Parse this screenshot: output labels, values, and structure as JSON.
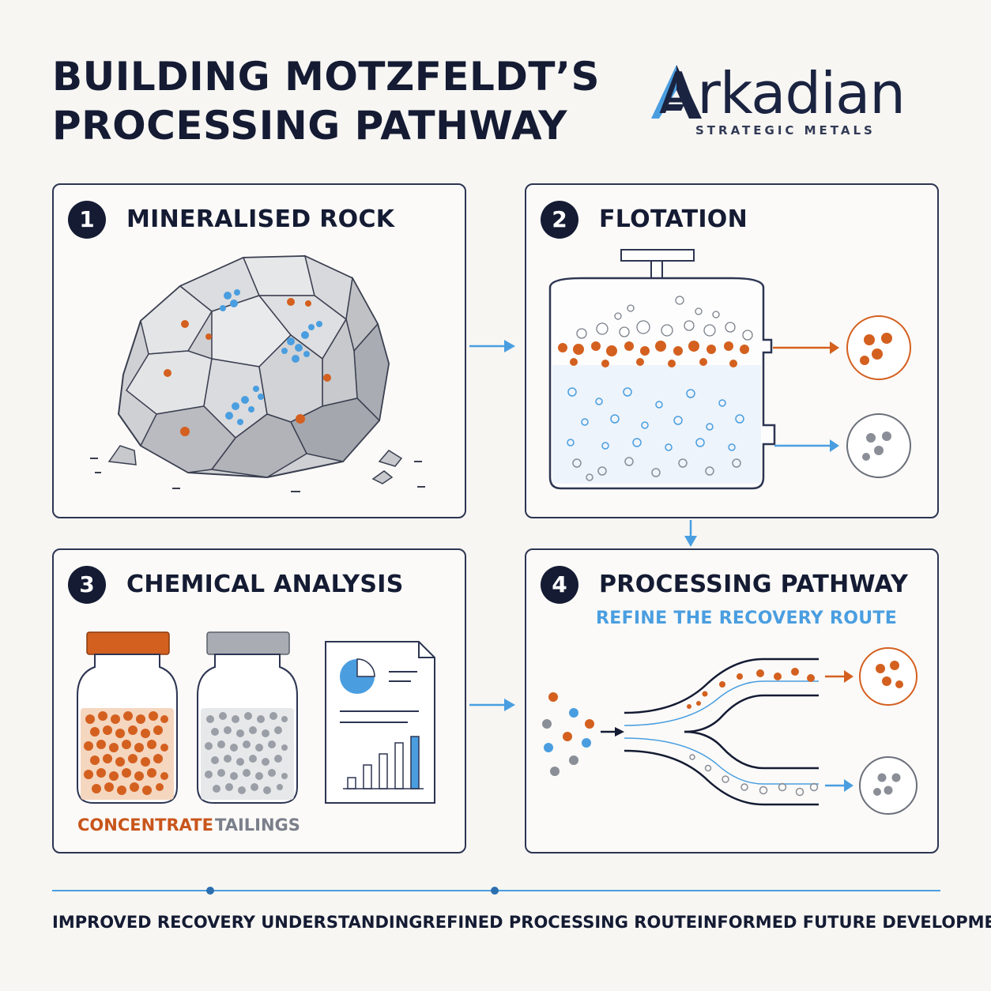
{
  "title": {
    "line1": "BUILDING MOTZFELDT’S",
    "line2": "PROCESSING PATHWAY"
  },
  "logo": {
    "name": "Arkadian",
    "tagline": "STRATEGIC METALS"
  },
  "panels": [
    {
      "number": "1",
      "title": "MINERALISED ROCK"
    },
    {
      "number": "2",
      "title": "FLOTATION"
    },
    {
      "number": "3",
      "title": "CHEMICAL ANALYSIS",
      "labels": {
        "concentrate": "CONCENTRATE",
        "tailings": "TAILINGS"
      }
    },
    {
      "number": "4",
      "title": "PROCESSING PATHWAY",
      "subtitle": "REFINE THE RECOVERY ROUTE"
    }
  ],
  "footer": {
    "items": [
      "IMPROVED RECOVERY UNDERSTANDING",
      "REFINED PROCESSING ROUTE",
      "INFORMED FUTURE DEVELOPMENT"
    ]
  },
  "colors": {
    "navy": "#141b33",
    "accent_blue": "#4a9ee0",
    "concentrate_orange": "#d4601f",
    "tailings_grey": "#9a9ea6",
    "background": "#f7f6f3"
  }
}
